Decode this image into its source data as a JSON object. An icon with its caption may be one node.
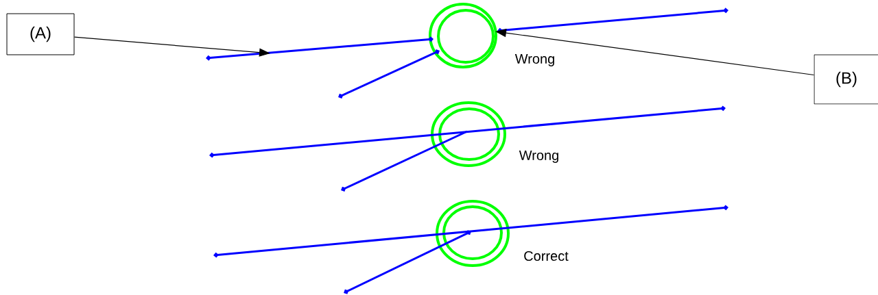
{
  "diagram": {
    "nodes": [
      {
        "text": [
          "(A)"
        ]
      },
      {
        "text": [
          "(B)"
        ]
      }
    ],
    "edges": [
      {
        "from": 0,
        "to": null,
        "arrow": "to"
      },
      {
        "from": 1,
        "to": null,
        "arrow": "to"
      }
    ],
    "labels": [
      "Wrong",
      "Wrong",
      "Correct"
    ]
  }
}
